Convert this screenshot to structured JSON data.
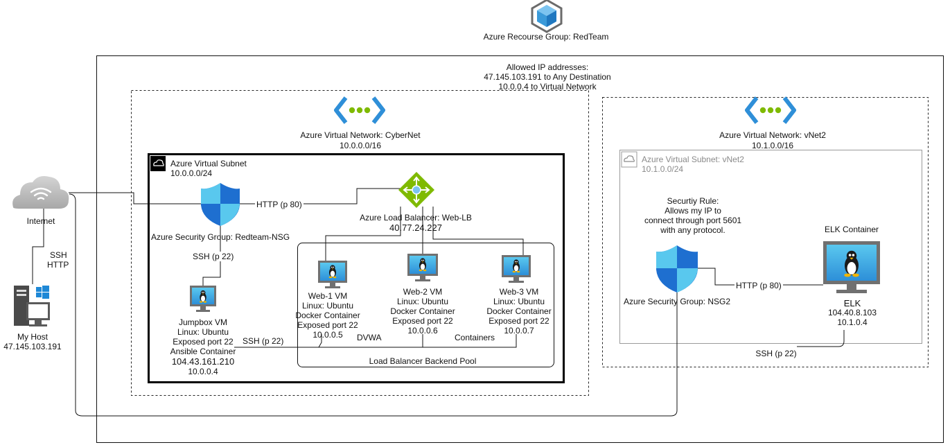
{
  "resource_group": {
    "label": "Azure Recourse Group: RedTeam"
  },
  "allowed_ips": {
    "line1": "Allowed IP addresses:",
    "line2": "47.145.103.191 to Any Destination",
    "line3": "10.0.0.4 to Virtual Network"
  },
  "vnet1": {
    "name": "Azure Virtual Network: CyberNet",
    "cidr": "10.0.0.0/16"
  },
  "vnet2": {
    "name": "Azure Virtual Network: vNet2",
    "cidr": "10.1.0.0/16"
  },
  "subnet1": {
    "name": "Azure Virtual Subnet",
    "cidr": "10.0.0.0/24"
  },
  "subnet2": {
    "name": "Azure Virtual Subnet: vNet2",
    "cidr": "10.1.0.0/24"
  },
  "internet": {
    "label": "Internet"
  },
  "my_host": {
    "line1": "My Host",
    "line2": "47.145.103.191"
  },
  "host_edge": {
    "line1": "SSH",
    "line2": "HTTP"
  },
  "nsg1": {
    "label": "Azure Security Group: Redteam-NSG"
  },
  "nsg2": {
    "label": "Azure Security Group: NSG2"
  },
  "load_balancer": {
    "line1": "Azure Load Balancer: Web-LB",
    "line2": "40.77.24.227"
  },
  "edges": {
    "http_lb": "HTTP (p 80)",
    "ssh_nsg_jump": "SSH (p 22)",
    "ssh_jump_web": "SSH (p 22)",
    "http_nsg2_elk": "HTTP (p 80)",
    "ssh_elk": "SSH (p 22)"
  },
  "jumpbox": {
    "lines": [
      "Jumpbox VM",
      "Linux: Ubuntu",
      "Exposed port 22",
      "Ansible Container",
      "104.43.161.210",
      "10.0.0.4"
    ]
  },
  "web1": {
    "lines": [
      "Web-1 VM",
      "Linux: Ubuntu",
      "Docker Container",
      "Exposed port 22",
      "10.0.0.5"
    ]
  },
  "web2": {
    "lines": [
      "Web-2 VM",
      "Linux: Ubuntu",
      "Docker Container",
      "Exposed port 22",
      "10.0.0.6"
    ]
  },
  "web3": {
    "lines": [
      "Web-3 VM",
      "Linux: Ubuntu",
      "Docker Container",
      "Exposed port 22",
      "10.0.0.7"
    ]
  },
  "backend_pool": {
    "label": "Load Balancer Backend Pool",
    "dvwa": "DVWA",
    "containers": "Containers"
  },
  "security_rule": {
    "lines": [
      "Securtiy Rule:",
      "Allows my IP to",
      "connect through port 5601",
      "with any protocol."
    ]
  },
  "elk": {
    "title": "ELK Container",
    "name": "ELK",
    "public_ip": "104.40.8.103",
    "private_ip": "10.1.0.4"
  },
  "colors": {
    "vnet_blue": "#2f8fd8",
    "vnet_dot_green": "#7fba00",
    "shield_blue": "#1e88d6",
    "shield_light": "#59c8ee",
    "lb_green": "#7fba00",
    "cube_grey": "#6b6b6b",
    "cube_blue": "#3a9ad9"
  },
  "icons": {
    "resource_group": "cube-icon",
    "vnet": "vnet-chevrons-icon",
    "subnet": "subnet-cloud-icon",
    "internet": "cloud-wifi-icon",
    "host": "pc-windows-icon",
    "nsg": "shield-icon",
    "load_balancer": "load-balancer-icon",
    "vm": "linux-monitor-icon"
  }
}
